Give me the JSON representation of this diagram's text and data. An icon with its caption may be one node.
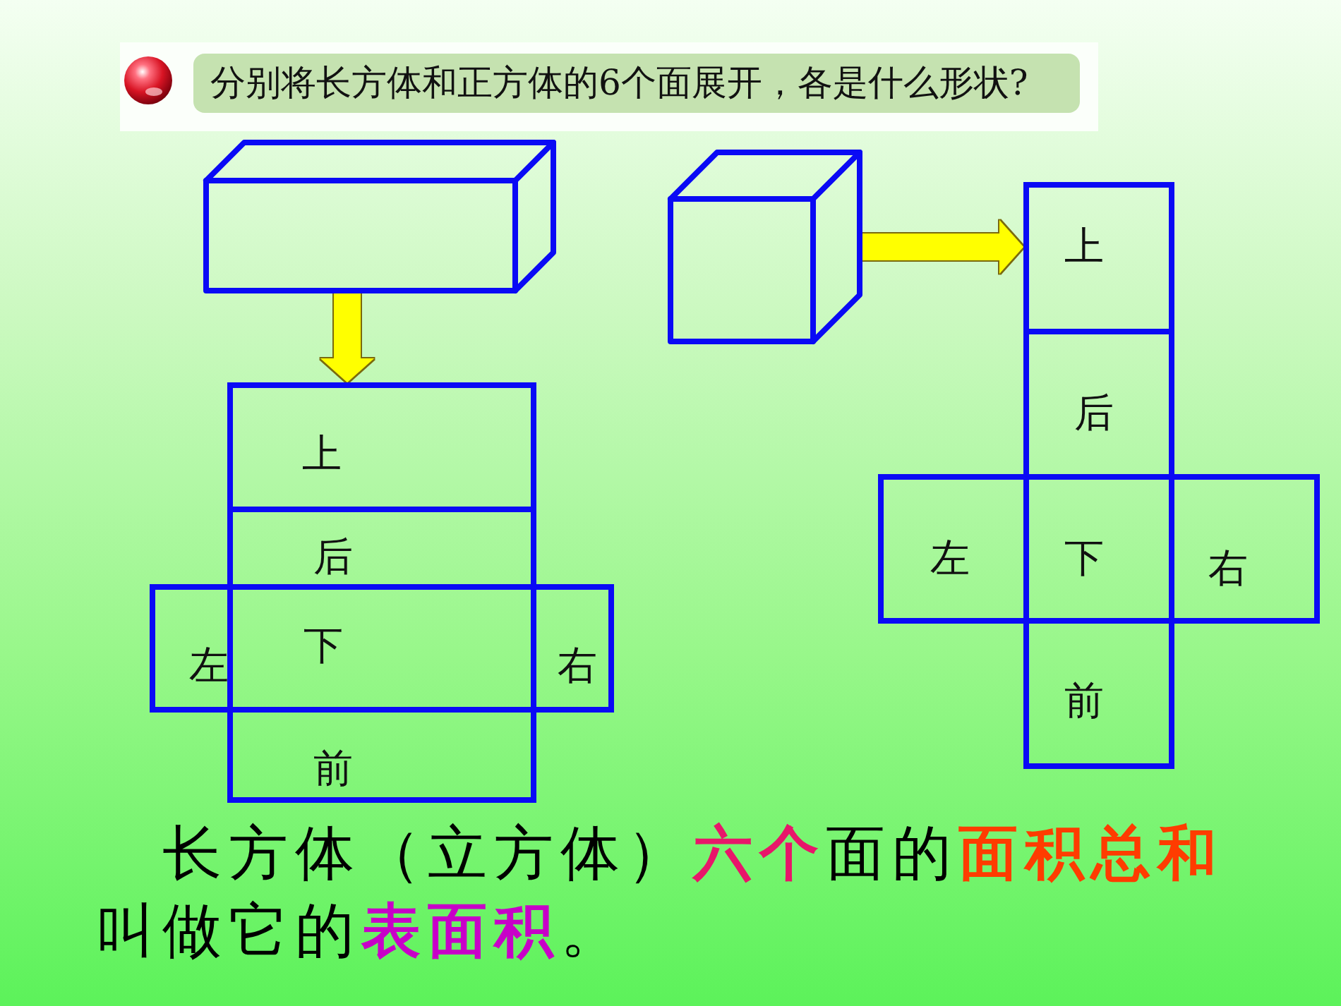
{
  "diagram": {
    "title": "分别将长方体和正方体的6个面展开，各是什么形状?",
    "caption": "长方体（立方体）**六个**面的**面积总和**叫做它的**表面积**。",
    "nodes": [
      {
        "text": [],
        "shape": "cuboid"
      },
      {
        "text": [
          "上"
        ]
      },
      {
        "text": [
          "后"
        ]
      },
      {
        "text": [
          "左"
        ]
      },
      {
        "text": [
          "下"
        ]
      },
      {
        "text": [
          "右"
        ]
      },
      {
        "text": [
          "前"
        ]
      },
      {
        "text": [],
        "shape": "cube"
      },
      {
        "text": [
          "上"
        ]
      },
      {
        "text": [
          "后"
        ]
      },
      {
        "text": [
          "左"
        ]
      },
      {
        "text": [
          "下"
        ]
      },
      {
        "text": [
          "右"
        ]
      },
      {
        "text": [
          "前"
        ]
      }
    ],
    "edges": [
      {
        "from": 0,
        "to": 1,
        "arrow": "to"
      },
      {
        "from": 7,
        "to": 8,
        "arrow": "to"
      }
    ]
  }
}
